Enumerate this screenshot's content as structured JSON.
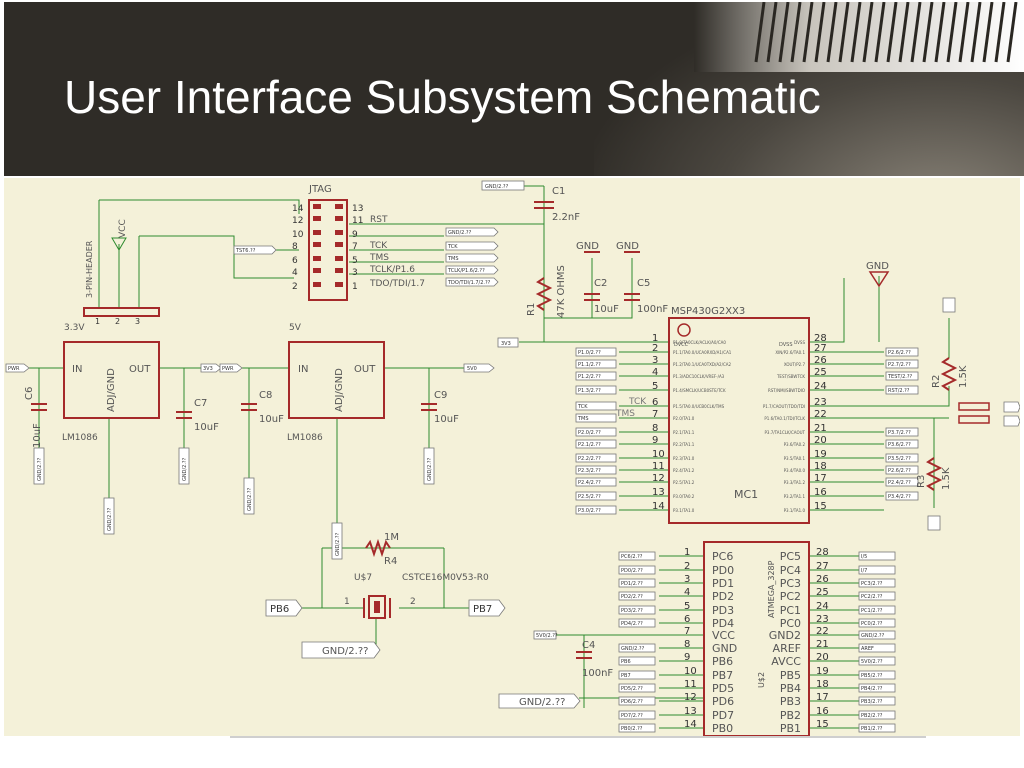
{
  "slide": {
    "title": "User Interface Subsystem Schematic",
    "colors": {
      "header_bg": "#2f2c27",
      "title_text": "#ffffff",
      "sheet_bg": "#f4f1d9",
      "wire": "#2e8b2e",
      "part": "#a52a2a",
      "label": "#555555"
    }
  },
  "schematic": {
    "jtag": {
      "name": "JTAG",
      "pins_left": [
        "14",
        "12",
        "10",
        "8",
        "6",
        "4",
        "2"
      ],
      "pins_right": [
        "13",
        "11",
        "9",
        "7",
        "5",
        "3",
        "1"
      ],
      "signals": [
        "RST",
        "TCK",
        "TMS",
        "TCLK/P1.6",
        "TDO/TDI/1.7"
      ],
      "tag_left": "TST6.??",
      "tags_right": [
        "GND/2.??",
        "TCK",
        "TMS",
        "TCLK/P1.6/2.??",
        "TDO/TDI/1.7/2.??"
      ]
    },
    "header3": {
      "name": "3-PIN-HEADER",
      "vcc": "VCC",
      "pins": [
        "1",
        "2",
        "3"
      ]
    },
    "cap_c1": {
      "name": "C1",
      "value": "2.2nF",
      "tag": "GND/2.??"
    },
    "gnd_labels": [
      "GND",
      "GND",
      "GND"
    ],
    "resistor_r1": {
      "name": "R1",
      "value": "47K OHMS"
    },
    "cap_c2": {
      "name": "C2",
      "value": "10uF"
    },
    "cap_c5": {
      "name": "C5",
      "value": "100nF"
    },
    "mcu1": {
      "name": "MSP430G2XX3",
      "ref": "MC1",
      "vcc_tag": "3V3",
      "dvcc": "DVCC",
      "dvss": "DVSS",
      "left_pins": [
        "1",
        "2",
        "3",
        "4",
        "5",
        "6",
        "7",
        "8",
        "9",
        "10",
        "11",
        "12",
        "13",
        "14"
      ],
      "right_pins": [
        "28",
        "27",
        "26",
        "25",
        "24",
        "23",
        "22",
        "21",
        "20",
        "19",
        "18",
        "17",
        "16",
        "15"
      ],
      "left_names": [
        "P1.0/TA0CLK/ACLK/A0/CA0",
        "P1.1/TA0.0/UCA0RXD/A1/CA1",
        "P1.2/TA0.1/UCA0TXD/A2/CA2",
        "P1.3/ADC10CLK/VREF-/A3",
        "P1.4/SMCLK/UCB0STE/TCK",
        "P1.5/TA0.0/UCB0CLK/TMS",
        "P2.0/TA1.0",
        "P2.1/TA1.1",
        "P2.2/TA1.1",
        "P2.3/TA1.0",
        "P2.4/TA1.2",
        "P2.5/TA1.2",
        "P3.0/TA0.2",
        "P3.1/TA1.0"
      ],
      "right_names": [
        "DVSS",
        "XIN/P2.6/TA0.1",
        "XOUT/P2.7",
        "TEST/SBWTCK",
        "RST/NMI/SBWTDIO",
        "P1.7/CAOUT/TDO/TDI",
        "P1.6/TA0.1/TDI/TCLK",
        "P3.7/TA1CLK/CAOUT",
        "P3.6/TA0.2",
        "P3.5/TA0.1",
        "P3.4/TA0.0",
        "P3.3/TA1.2",
        "P3.2/TA1.1",
        "P3.1/TA1.0"
      ],
      "left_tags": [
        "P1.0/2.??",
        "P1.1/2.??",
        "P1.2/2.??",
        "P1.3/2.??",
        "TCK",
        "TMS",
        "P2.0/2.??",
        "P2.1/2.??",
        "P2.2/2.??",
        "P2.3/2.??",
        "P2.4/2.??",
        "P2.5/2.??",
        "P3.0/2.??",
        "P3.1/2.??"
      ],
      "right_tags": [
        "P2.6/2.??",
        "P2.7/2.??",
        "TEST/2.??",
        "RST/2.??",
        "P3.7/2.??",
        "P3.6/2.??",
        "P3.5/2.??",
        "P2.6/2.??",
        "P2.4/2.??",
        "P3.4/2.??"
      ],
      "tck_label": "TCK",
      "tms_label": "TMS"
    },
    "resistor_r2": {
      "name": "R2",
      "value": "1.5K"
    },
    "resistor_r3": {
      "name": "R3",
      "value": "1.5K"
    },
    "reg1": {
      "name": "LM1086",
      "in": "IN",
      "out": "OUT",
      "adj": "ADJ/GND",
      "voltage": "3.3V"
    },
    "reg2": {
      "name": "LM1086",
      "in": "IN",
      "out": "OUT",
      "adj": "ADJ/GND",
      "voltage": "5V"
    },
    "caps_power": [
      {
        "name": "C6",
        "value": "10uF"
      },
      {
        "name": "C7",
        "value": "10uF"
      },
      {
        "name": "C8",
        "value": "10uF"
      },
      {
        "name": "C9",
        "value": "10uF"
      }
    ],
    "power_tags": {
      "pwr1": "PWR",
      "v33": "3V3",
      "pwr2": "PWR",
      "v5": "5V0",
      "gnd": "GND/2.??"
    },
    "crystal": {
      "ref": "U$7",
      "part": "CSTCE16M0V53-R0",
      "r4": "R4",
      "r4_value": "1M",
      "pb6": "PB6",
      "pb7": "PB7",
      "gnd": "GND/2.??",
      "pin1": "1",
      "pin2": "2"
    },
    "cap_c4": {
      "name": "C4",
      "value": "100nF",
      "gnd": "GND/2.??",
      "vcc_tag": "5V0/2.??"
    },
    "mcu2": {
      "name": "ATMEGA_328P",
      "ref": "U$2",
      "left_pins": [
        "1",
        "2",
        "3",
        "4",
        "5",
        "6",
        "7",
        "8",
        "9",
        "10",
        "11",
        "12",
        "13",
        "14"
      ],
      "right_pins": [
        "28",
        "27",
        "26",
        "25",
        "24",
        "23",
        "22",
        "21",
        "20",
        "19",
        "18",
        "17",
        "16",
        "15"
      ],
      "left_names": [
        "PC6",
        "PD0",
        "PD1",
        "PD2",
        "PD3",
        "PD4",
        "VCC",
        "GND",
        "PB6",
        "PB7",
        "PD5",
        "PD6",
        "PD7",
        "PB0"
      ],
      "right_names": [
        "PC5",
        "PC4",
        "PC3",
        "PC2",
        "PC1",
        "PC0",
        "GND2",
        "AREF",
        "AVCC",
        "PB5",
        "PB4",
        "PB3",
        "PB2",
        "PB1"
      ],
      "left_tags": [
        "PC6/2.??",
        "PD0/2.??",
        "PD1/2.??",
        "PD2/2.??",
        "PD3/2.??",
        "PD4/2.??",
        "",
        "GND/2.??",
        "PB6",
        "PB7",
        "PD5/2.??",
        "PD6/2.??",
        "PD7/2.??",
        "PB0/2.??"
      ],
      "right_tags": [
        "I/5",
        "I/7",
        "PC3/2.??",
        "PC2/2.??",
        "PC1/2.??",
        "PC0/2.??",
        "GND/2.??",
        "AREF",
        "5V0/2.??",
        "PB5/2.??",
        "PB4/2.??",
        "PB3/2.??",
        "PB2/2.??",
        "PB1/2.??"
      ]
    }
  }
}
